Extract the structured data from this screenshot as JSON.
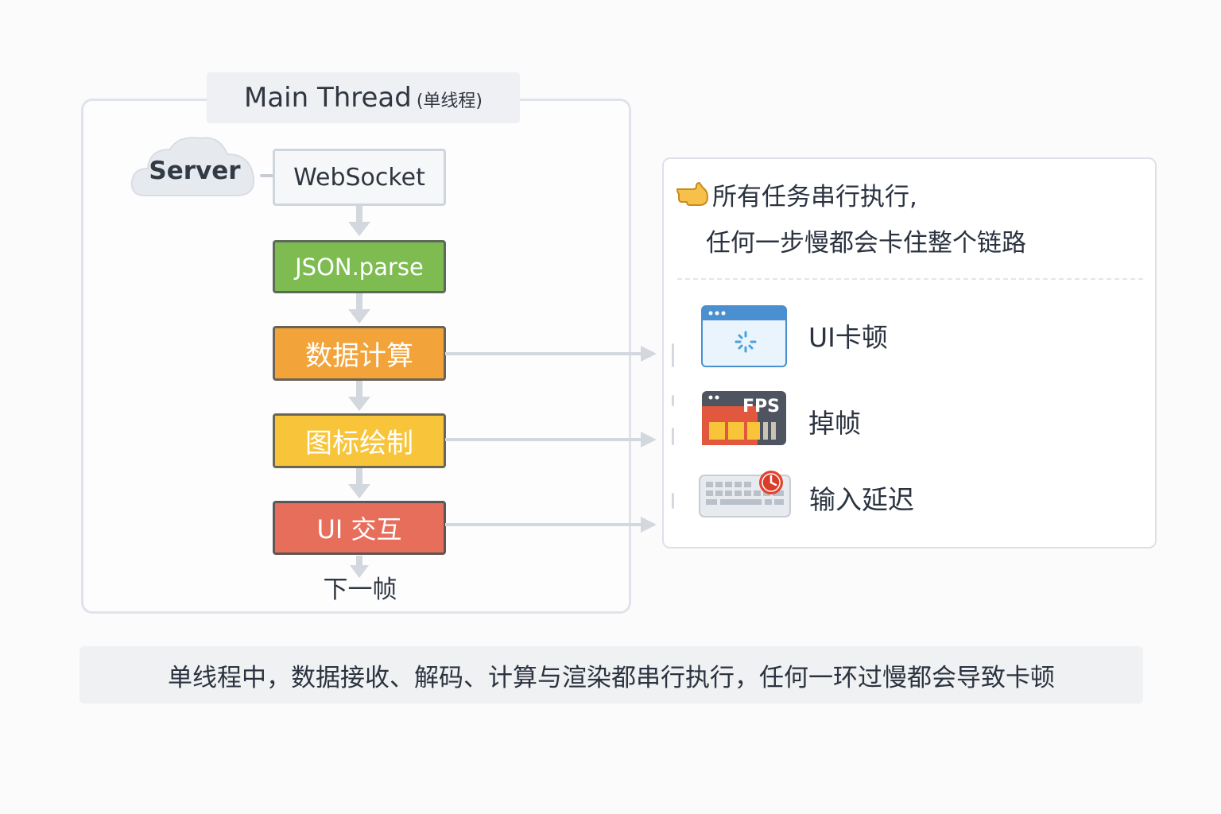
{
  "thread": {
    "title": "Main Thread",
    "title_suffix": "(单线程)"
  },
  "source": {
    "server_label": "Server",
    "websocket_label": "WebSocket"
  },
  "pipeline": [
    {
      "label": "JSON.parse",
      "color": "#7ebc52"
    },
    {
      "label": "数据计算",
      "color": "#f2a43a"
    },
    {
      "label": "图标绘制",
      "color": "#f8c53a"
    },
    {
      "label": "UI 交互",
      "color": "#e86e5c"
    }
  ],
  "next_frame_label": "下一帧",
  "impact": {
    "note_line1": "所有任务串行执行,",
    "note_line2": "任何一步慢都会卡住整个链路",
    "items": [
      {
        "label": "UI卡顿",
        "icon": "loading-window-icon"
      },
      {
        "label": "掉帧",
        "icon": "fps-chart-icon"
      },
      {
        "label": "输入延迟",
        "icon": "keyboard-clock-icon"
      }
    ],
    "fps_text": "FPS"
  },
  "summary": "单线程中，数据接收、解码、计算与渲染都串行执行，任何一环过慢都会导致卡顿"
}
